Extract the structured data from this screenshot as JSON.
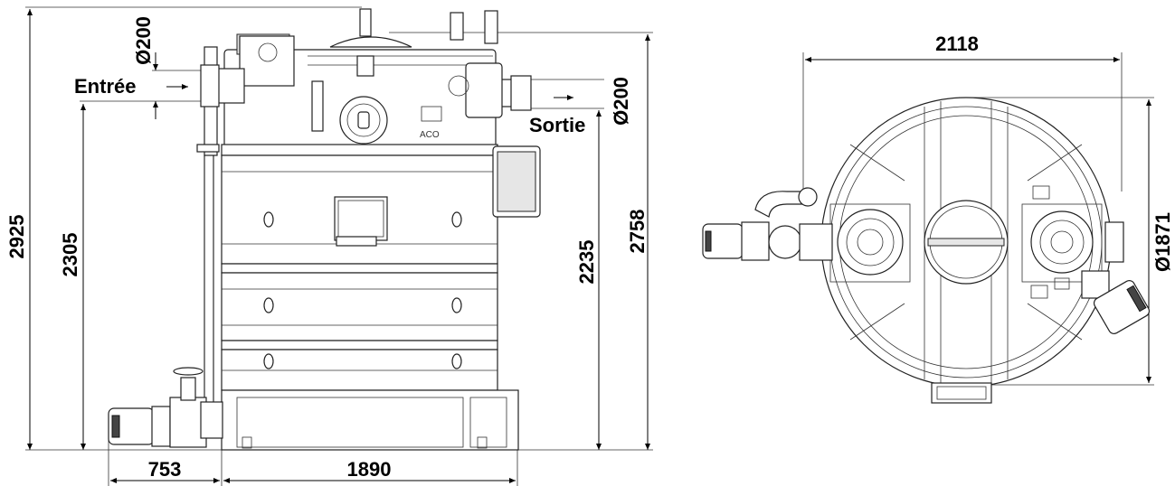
{
  "side_view": {
    "dims": {
      "total_height": "2925",
      "inlet_height": "2305",
      "outlet_height": "2235",
      "top_height": "2758",
      "left_width": "753",
      "tank_width": "1890",
      "inlet_diameter": "Ø200",
      "outlet_diameter": "Ø200"
    },
    "labels": {
      "inlet": "Entrée",
      "outlet": "Sortie",
      "brand": "ACO"
    }
  },
  "top_view": {
    "dims": {
      "width": "2118",
      "diameter": "Ø1871"
    }
  }
}
